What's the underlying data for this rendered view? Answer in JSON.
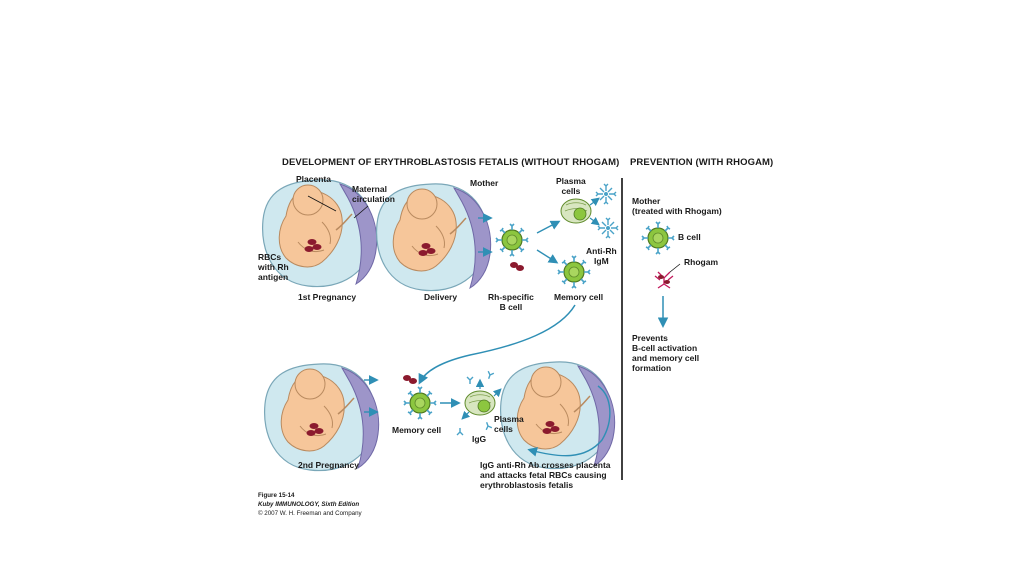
{
  "titles": {
    "development": "DEVELOPMENT OF ERYTHROBLASTOSIS FETALIS (WITHOUT RHOGAM)",
    "prevention": "PREVENTION (WITH RHOGAM)"
  },
  "labels": {
    "placenta": "Placenta",
    "maternal_circulation": "Maternal\ncirculation",
    "rbcs": "RBCs\nwith Rh\nantigen",
    "first_pregnancy": "1st Pregnancy",
    "mother": "Mother",
    "delivery": "Delivery",
    "plasma_cells_top": "Plasma\ncells",
    "anti_rh_igm": "Anti-Rh\nIgM",
    "rh_specific_b_cell": "Rh-specific\nB cell",
    "memory_cell_top": "Memory cell",
    "second_pregnancy": "2nd Pregnancy",
    "memory_cell_bottom": "Memory cell",
    "plasma_cells_bottom": "Plasma\ncells",
    "igg": "IgG",
    "igg_caption": "IgG anti-Rh Ab crosses placenta\nand attacks fetal RBCs causing\nerythroblastosis fetalis",
    "mother_treated": "Mother\n(treated with Rhogam)",
    "b_cell": "B cell",
    "rhogam": "Rhogam",
    "prevents": "Prevents\nB-cell activation\nand memory cell\nformation"
  },
  "figure": {
    "number": "Figure 15-14",
    "book": "Kuby IMMUNOLOGY, Sixth Edition",
    "copyright": "© 2007 W. H. Freeman and Company"
  },
  "colors": {
    "arrow": "#2f8fb5",
    "cell_green": "#8cc63f",
    "antibody_blue": "#4aa3c8",
    "rbc_red": "#8b1a2e",
    "fetus_skin": "#f6c69a",
    "womb_fluid": "#cfe8ef",
    "placenta_purple": "#9d95c9",
    "rhogam_magenta": "#c2185b"
  }
}
